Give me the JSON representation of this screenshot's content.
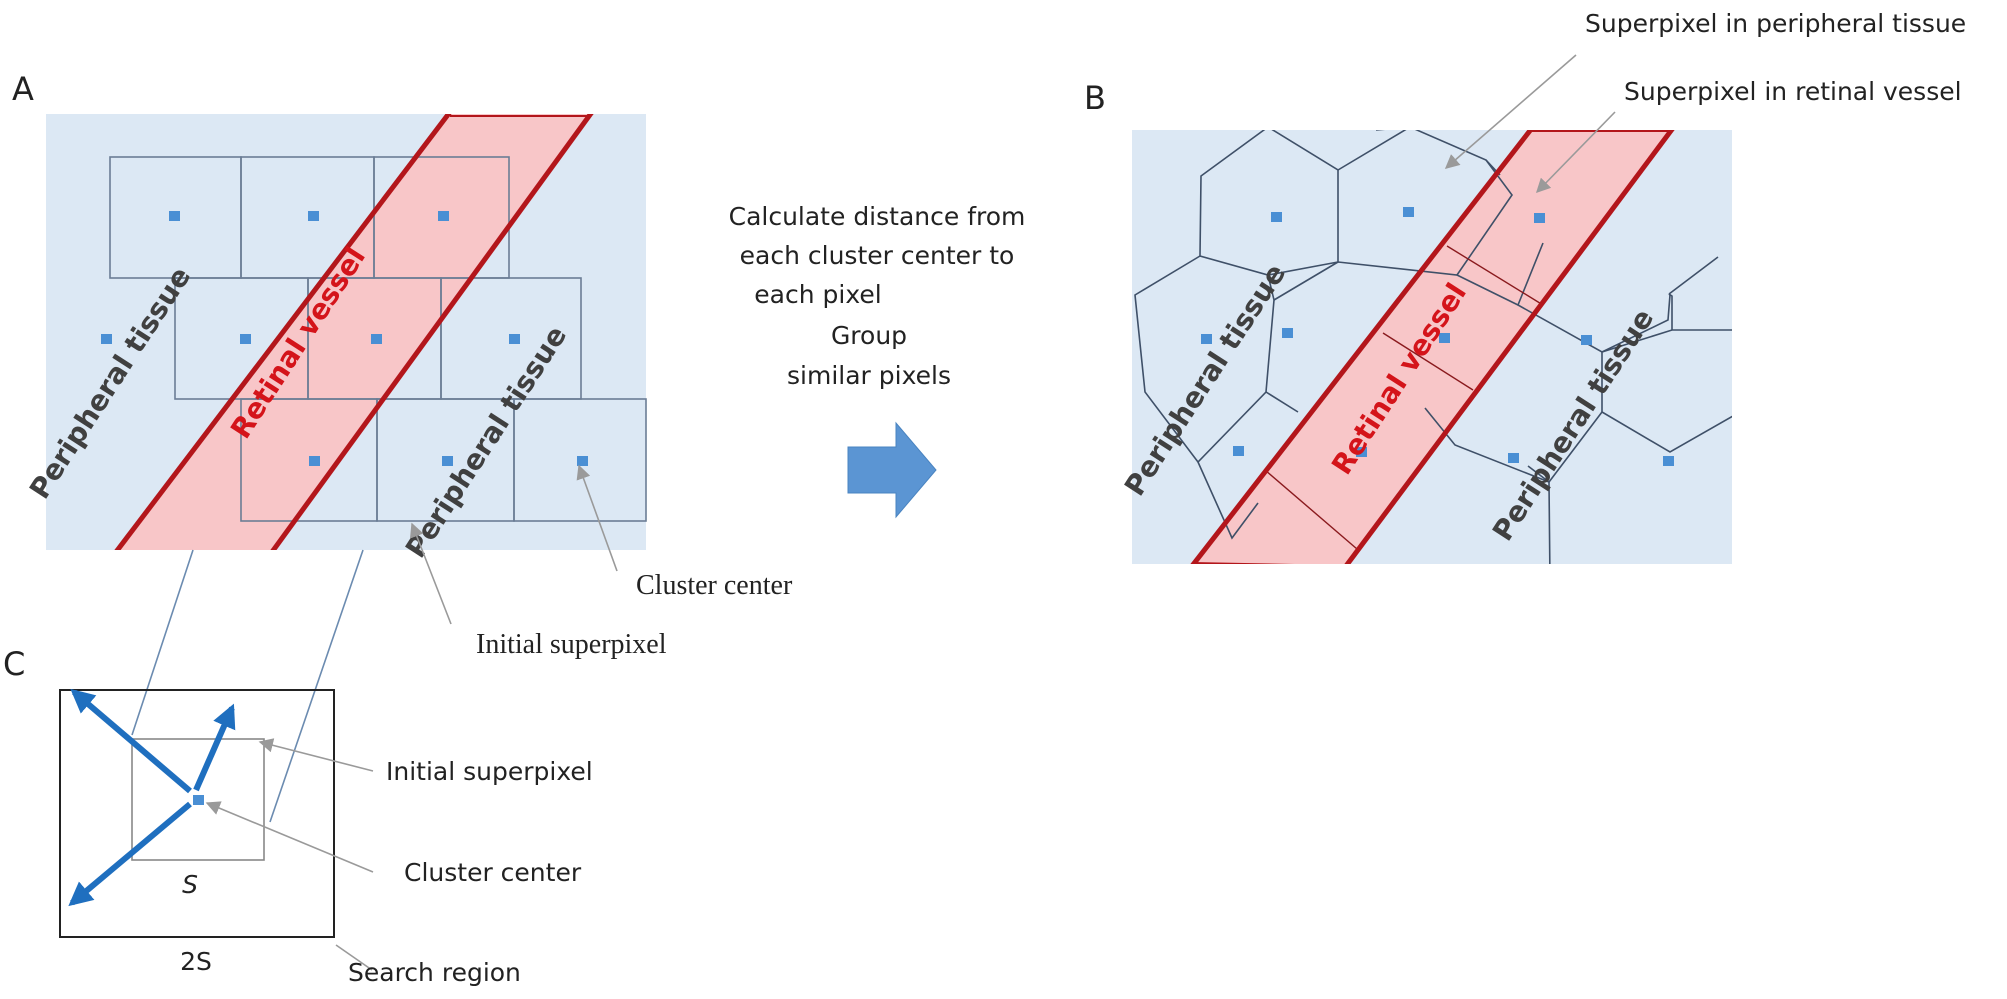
{
  "panels": {
    "a": {
      "label": "A"
    },
    "b": {
      "label": "B"
    },
    "c": {
      "label": "C"
    }
  },
  "regions": {
    "peripheral_tissue": "Peripheral tissue",
    "retinal_vessel": "Retinal vessel"
  },
  "annotations": {
    "superpixel_peripheral": "Superpixel in peripheral tissue",
    "superpixel_vessel": "Superpixel in retinal vessel",
    "cluster_center": "Cluster center",
    "initial_superpixel": "Initial superpixel",
    "search_region": "Search region"
  },
  "process": {
    "line1": "Calculate distance from",
    "line2": "each cluster center to",
    "line3": "each pixel",
    "line4": "Group",
    "line5": "similar pixels"
  },
  "dimensions": {
    "inner": "S",
    "outer": "2S"
  },
  "colors": {
    "tissue_fill": "#dce8f4",
    "vessel_fill": "#f8c6c8",
    "vessel_stroke": "#b3161b",
    "vessel_text": "#d4141a",
    "tissue_text": "#404040",
    "grid_stroke": "#6b7d95",
    "center_marker": "#4a8fd4",
    "arrow_blue": "#5b95d3",
    "search_arrow": "#1f6fbf",
    "pointer_gray": "#9a9a9a"
  }
}
